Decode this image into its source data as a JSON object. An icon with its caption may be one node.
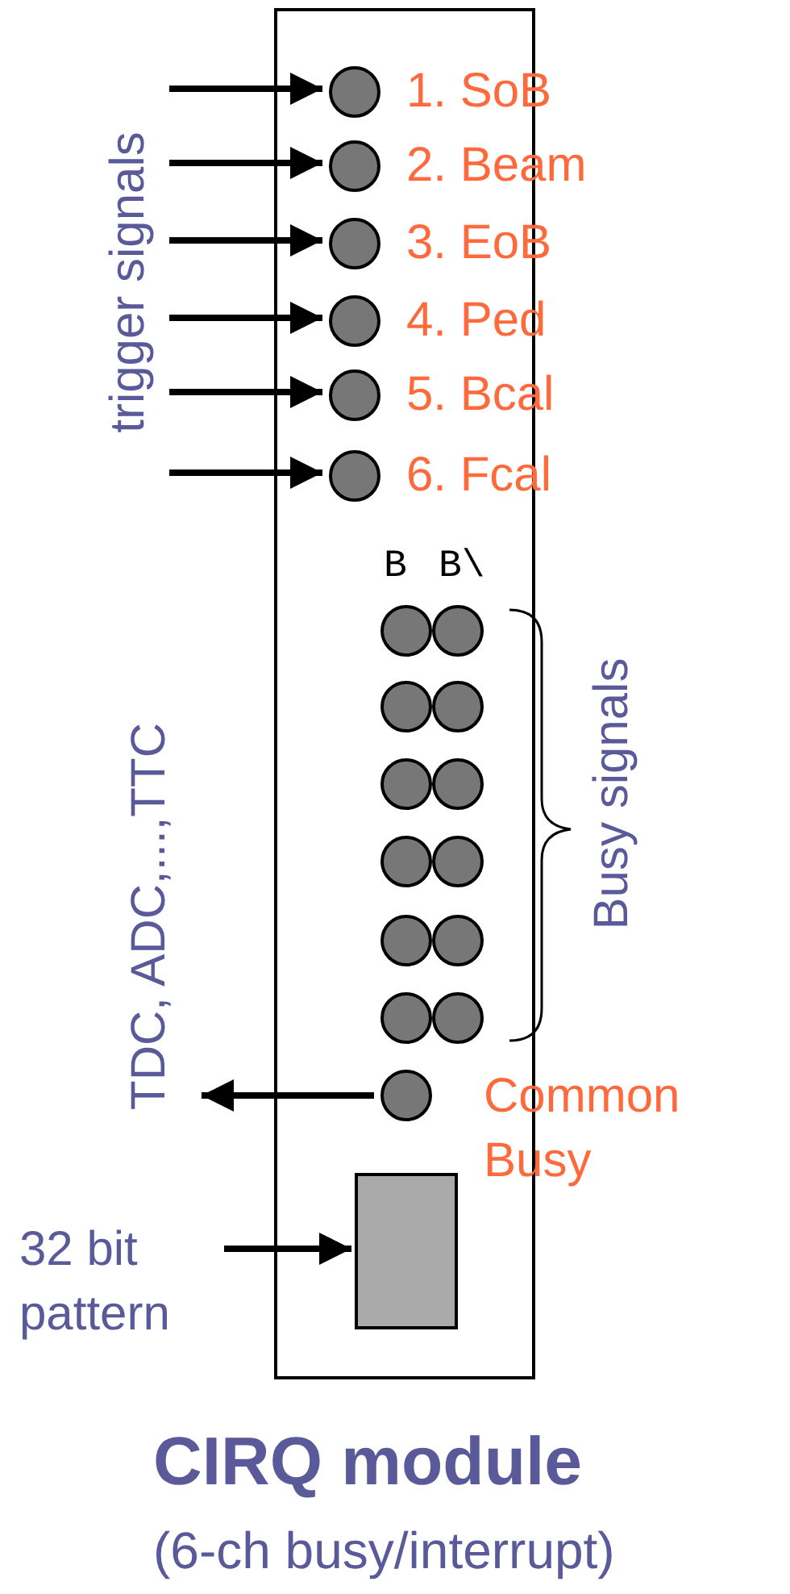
{
  "diagram": {
    "title": "CIRQ module",
    "caption": "(6-ch busy/interrupt)",
    "nodes": [
      {
        "text": [],
        "shape": "box"
      },
      {
        "text": [],
        "shape": "circle",
        "in": 0,
        "beside": [
          "1. SoB"
        ]
      },
      {
        "text": [],
        "shape": "circle",
        "in": 0,
        "beside": [
          "2. Beam"
        ]
      },
      {
        "text": [],
        "shape": "circle",
        "in": 0,
        "beside": [
          "3. EoB"
        ]
      },
      {
        "text": [],
        "shape": "circle",
        "in": 0,
        "beside": [
          "4. Ped"
        ]
      },
      {
        "text": [],
        "shape": "circle",
        "in": 0,
        "beside": [
          "5. Bcal"
        ]
      },
      {
        "text": [],
        "shape": "circle",
        "in": 0,
        "beside": [
          "6. Fcal"
        ]
      },
      {
        "text": [],
        "shape": "circle",
        "in": 0
      },
      {
        "text": [],
        "shape": "circle",
        "in": 0
      },
      {
        "text": [],
        "shape": "circle",
        "in": 0
      },
      {
        "text": [],
        "shape": "circle",
        "in": 0
      },
      {
        "text": [],
        "shape": "circle",
        "in": 0
      },
      {
        "text": [],
        "shape": "circle",
        "in": 0
      },
      {
        "text": [],
        "shape": "circle",
        "in": 0
      },
      {
        "text": [],
        "shape": "circle",
        "in": 0
      },
      {
        "text": [],
        "shape": "circle",
        "in": 0
      },
      {
        "text": [],
        "shape": "circle",
        "in": 0
      },
      {
        "text": [],
        "shape": "circle",
        "in": 0
      },
      {
        "text": [],
        "shape": "circle",
        "in": 0
      },
      {
        "text": [],
        "shape": "circle",
        "in": 0,
        "beside": [
          "Common Busy"
        ]
      },
      {
        "text": [],
        "shape": "box",
        "in": 0
      },
      {
        "text": [
          "TDC, ADC,...,TTC"
        ]
      },
      {
        "text": [
          "32 bit pattern"
        ]
      }
    ],
    "edges": [
      {
        "from": null,
        "to": 1,
        "arrow": "to"
      },
      {
        "from": null,
        "to": 2,
        "arrow": "to"
      },
      {
        "from": null,
        "to": 3,
        "arrow": "to"
      },
      {
        "from": null,
        "to": 4,
        "arrow": "to"
      },
      {
        "from": null,
        "to": 5,
        "arrow": "to"
      },
      {
        "from": null,
        "to": 6,
        "arrow": "to"
      },
      {
        "from": 19,
        "to": 21,
        "arrow": "to"
      },
      {
        "from": 22,
        "to": 20,
        "arrow": "to"
      }
    ],
    "labels": [
      "trigger signals",
      "B",
      "B\\",
      "Busy signals"
    ]
  }
}
